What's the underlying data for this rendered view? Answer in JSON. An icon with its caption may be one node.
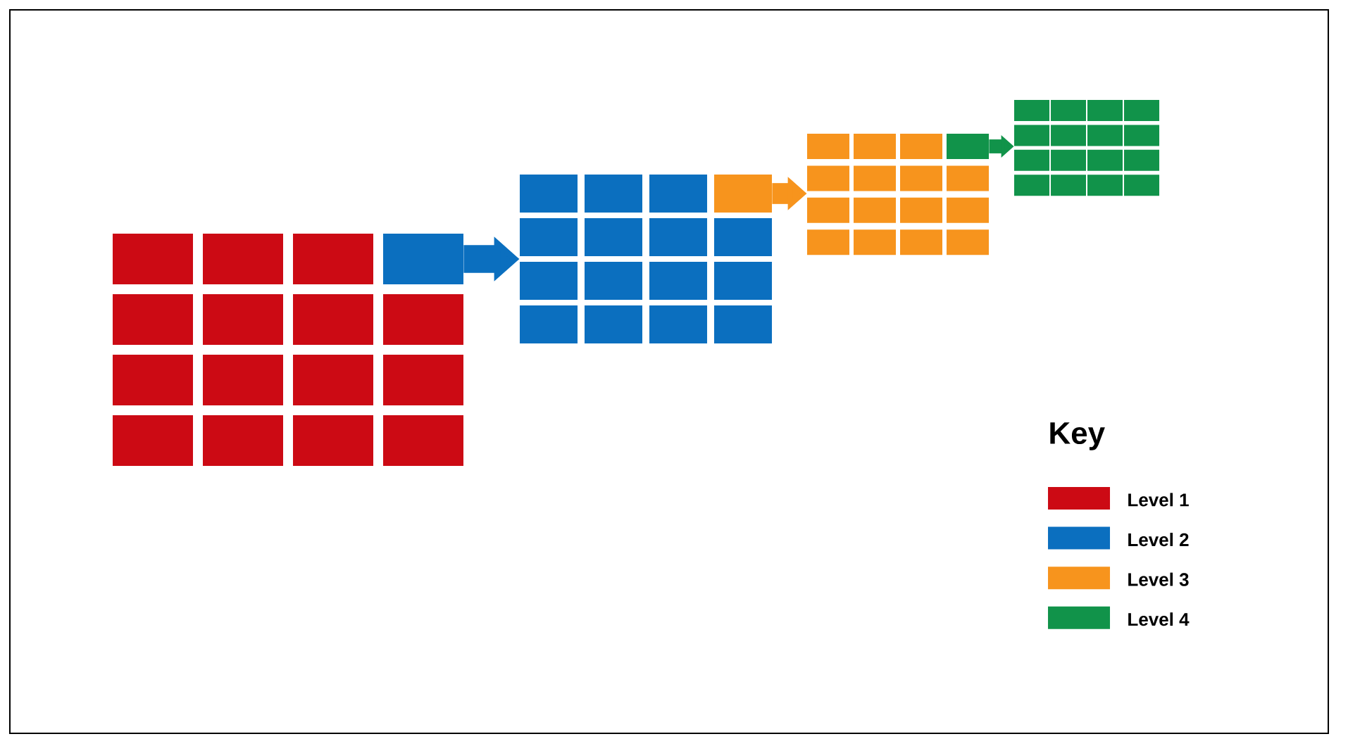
{
  "diagram": {
    "nodes": [
      {
        "text": [],
        "shape": "box"
      },
      {
        "text": [],
        "shape": "box",
        "in": 0
      },
      {
        "text": [],
        "shape": "box"
      },
      {
        "text": [],
        "shape": "box",
        "in": 2
      },
      {
        "text": [],
        "shape": "box"
      },
      {
        "text": [],
        "shape": "box",
        "in": 4
      },
      {
        "text": [],
        "shape": "box"
      }
    ],
    "edges": [
      {
        "from": 1,
        "to": 2,
        "arrow": "to",
        "color": "#0b6fbf"
      },
      {
        "from": 3,
        "to": 4,
        "arrow": "to",
        "color": "#f7941d"
      },
      {
        "from": 5,
        "to": 6,
        "arrow": "to",
        "color": "#11934a"
      }
    ],
    "labels": [
      "Key"
    ],
    "legend": [
      {
        "text": "Level 1",
        "color": "#cc0a14"
      },
      {
        "text": "Level 2",
        "color": "#0b6fbf"
      },
      {
        "text": "Level 3",
        "color": "#f7941d"
      },
      {
        "text": "Level 4",
        "color": "#11934a"
      }
    ]
  }
}
